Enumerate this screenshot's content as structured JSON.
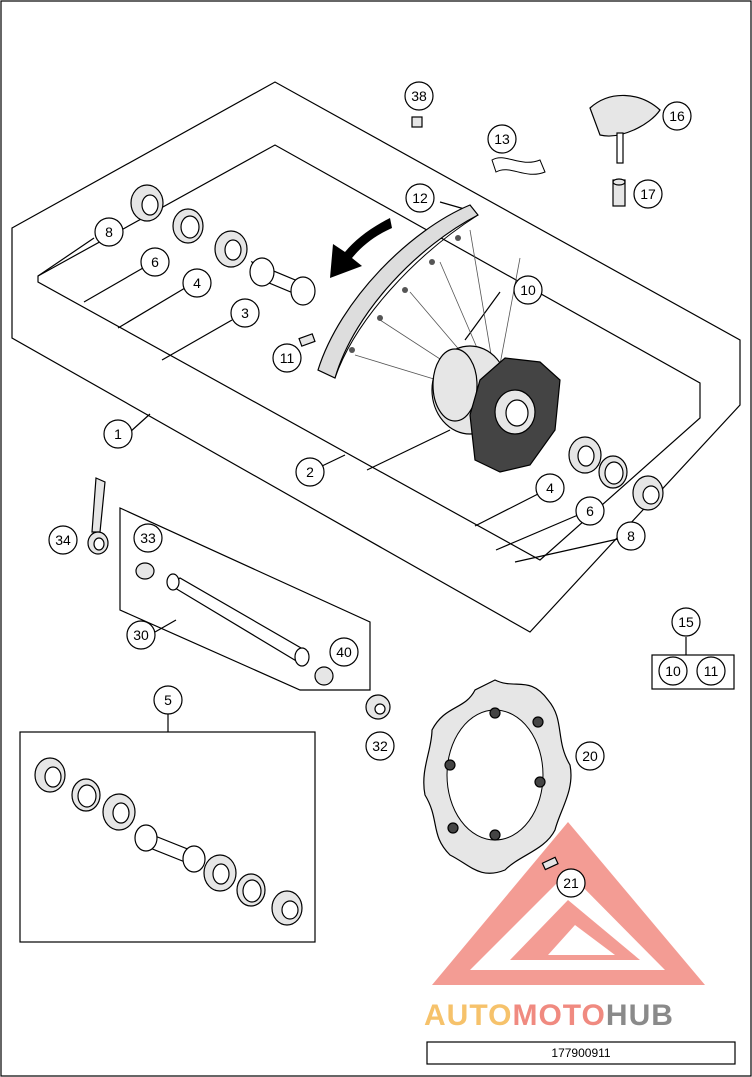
{
  "diagram": {
    "part_labels": {
      "p1": "1",
      "p2": "2",
      "p3": "3",
      "p4a": "4",
      "p4b": "4",
      "p5": "5",
      "p6a": "6",
      "p6b": "6",
      "p8a": "8",
      "p8b": "8",
      "p10a": "10",
      "p10b": "10",
      "p11a": "11",
      "p11b": "11",
      "p12": "12",
      "p13": "13",
      "p15": "15",
      "p16": "16",
      "p17": "17",
      "p20": "20",
      "p21": "21",
      "p30": "30",
      "p32": "32",
      "p33": "33",
      "p34": "34",
      "p38": "38",
      "p40": "40"
    },
    "doc_number": "177900911",
    "watermark": {
      "part1": "AUTO",
      "part2": "MOTO",
      "part3": "HUB",
      "colors": {
        "auto": "#f6c26b",
        "moto": "#f08a80",
        "hub": "#8a8a8a",
        "logo": "#f28b82"
      }
    }
  }
}
